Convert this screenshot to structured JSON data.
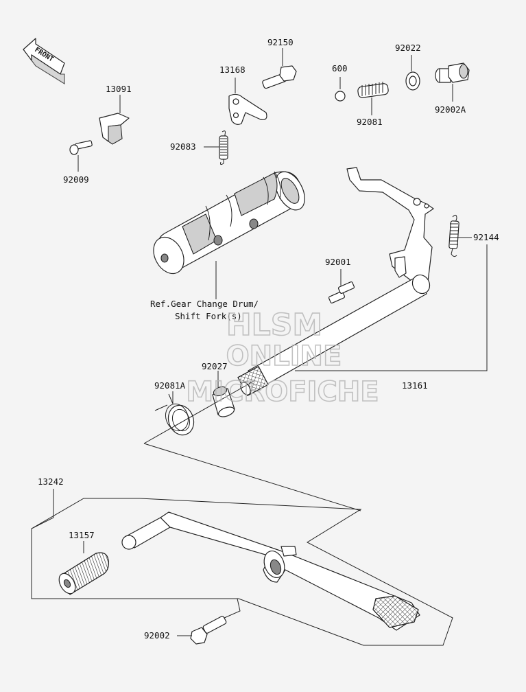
{
  "direction_badge": "FRONT",
  "reference_note": [
    "Ref.Gear Change Drum/",
    "Shift Fork(s)"
  ],
  "watermark": [
    "HLSM",
    "ONLINE",
    "MICROFICHE"
  ],
  "parts": [
    {
      "id": "92150"
    },
    {
      "id": "13168"
    },
    {
      "id": "600"
    },
    {
      "id": "92022"
    },
    {
      "id": "13091"
    },
    {
      "id": "92081"
    },
    {
      "id": "92002A"
    },
    {
      "id": "92083"
    },
    {
      "id": "92009"
    },
    {
      "id": "92144"
    },
    {
      "id": "92001"
    },
    {
      "id": "92027"
    },
    {
      "id": "13161"
    },
    {
      "id": "92081A"
    },
    {
      "id": "13242"
    },
    {
      "id": "13157"
    },
    {
      "id": "92002"
    }
  ]
}
